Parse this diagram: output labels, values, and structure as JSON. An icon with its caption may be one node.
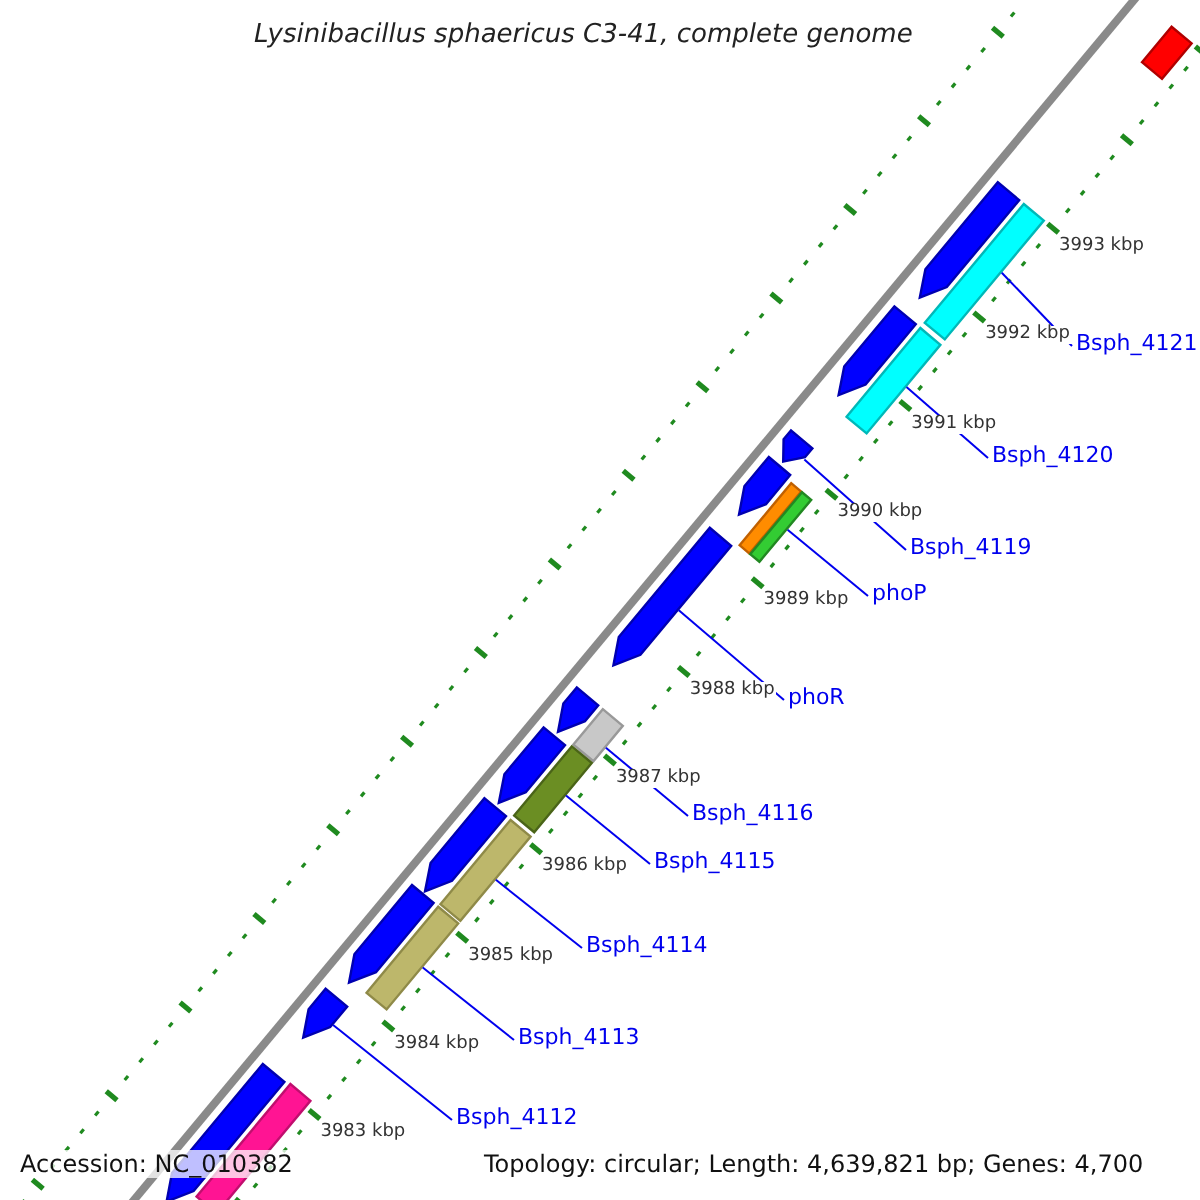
{
  "diagram": {
    "title": "Lysinibacillus sphaericus C3-41, complete genome",
    "nodes": [
      {
        "text": [
          "Bsph_4121"
        ]
      },
      {
        "text": [
          "Bsph_4120"
        ]
      },
      {
        "text": [
          "Bsph_4119"
        ]
      },
      {
        "text": [
          "phoP"
        ]
      },
      {
        "text": [
          "phoR"
        ]
      },
      {
        "text": [
          "Bsph_4116"
        ]
      },
      {
        "text": [
          "Bsph_4115"
        ]
      },
      {
        "text": [
          "Bsph_4114"
        ]
      },
      {
        "text": [
          "Bsph_4113"
        ]
      },
      {
        "text": [
          "Bsph_4112"
        ]
      },
      {
        "text": [],
        "shape": "bar"
      },
      {
        "text": [],
        "shape": "pentagon"
      },
      {
        "text": [],
        "shape": "bar"
      },
      {
        "text": [],
        "shape": "pentagon"
      },
      {
        "text": [],
        "shape": "bar"
      },
      {
        "text": [],
        "shape": "pentagon"
      },
      {
        "text": [],
        "shape": "pentagon"
      },
      {
        "text": [],
        "shape": "bar"
      },
      {
        "text": [],
        "shape": "bar"
      },
      {
        "text": [],
        "shape": "pentagon"
      },
      {
        "text": [],
        "shape": "pentagon"
      },
      {
        "text": [],
        "shape": "bar"
      },
      {
        "text": [],
        "shape": "pentagon"
      },
      {
        "text": [],
        "shape": "bar"
      },
      {
        "text": [],
        "shape": "pentagon"
      },
      {
        "text": [],
        "shape": "bar"
      },
      {
        "text": [],
        "shape": "pentagon"
      },
      {
        "text": [],
        "shape": "bar"
      },
      {
        "text": [],
        "shape": "pentagon"
      },
      {
        "text": [],
        "shape": "pentagon"
      },
      {
        "text": [],
        "shape": "bar"
      }
    ],
    "edges": [
      {
        "from": 0,
        "to": 12,
        "arrow": "none"
      },
      {
        "from": 1,
        "to": 14,
        "arrow": "none"
      },
      {
        "from": 2,
        "to": 15,
        "arrow": "none"
      },
      {
        "from": 3,
        "to": 18,
        "arrow": "none"
      },
      {
        "from": 4,
        "to": 19,
        "arrow": "none"
      },
      {
        "from": 5,
        "to": 21,
        "arrow": "none"
      },
      {
        "from": 6,
        "to": 23,
        "arrow": "none"
      },
      {
        "from": 7,
        "to": 25,
        "arrow": "none"
      },
      {
        "from": 8,
        "to": 27,
        "arrow": "none"
      },
      {
        "from": 9,
        "to": 28,
        "arrow": "none"
      }
    ],
    "labels": [
      "3993 kbp",
      "3992 kbp",
      "3991 kbp",
      "3990 kbp",
      "3989 kbp",
      "3988 kbp",
      "3987 kbp",
      "3986 kbp",
      "3985 kbp",
      "3984 kbp",
      "3983 kbp",
      "Accession: NC_010382",
      "Topology: circular; Length: 4,639,821 bp; Genes: 4,700"
    ]
  }
}
